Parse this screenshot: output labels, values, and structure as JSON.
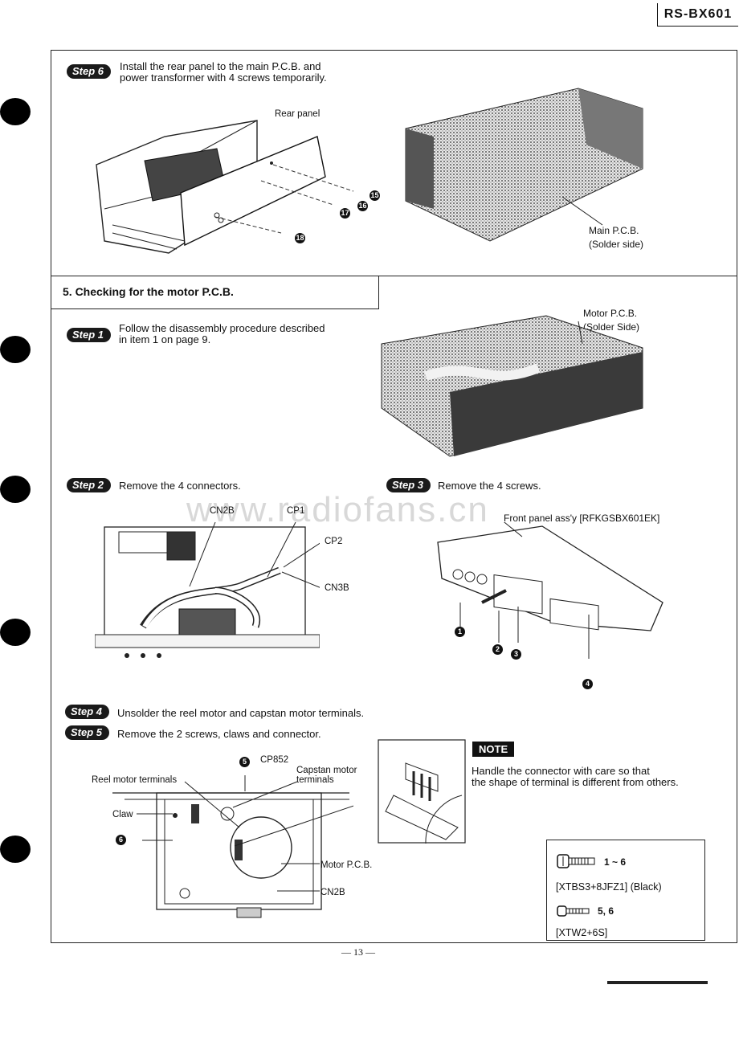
{
  "header": {
    "model": "RS-BX601"
  },
  "step6": {
    "tag": "Step 6",
    "text1": "Install the rear panel to the main P.C.B. and",
    "text2": "power transformer with 4 screws temporarily.",
    "rear_panel_label": "Rear panel",
    "main_pcb_label1": "Main P.C.B.",
    "main_pcb_label2": "(Solder side)",
    "screws": [
      "15",
      "16",
      "17",
      "18"
    ]
  },
  "section5": {
    "title": "5. Checking for the motor P.C.B."
  },
  "step1": {
    "tag": "Step 1",
    "text1": "Follow the disassembly procedure described",
    "text2": "in item 1 on page 9.",
    "motor_pcb_label1": "Motor P.C.B.",
    "motor_pcb_label2": "(Solder Side)"
  },
  "step2": {
    "tag": "Step 2",
    "text": "Remove the 4 connectors.",
    "labels": {
      "cn2b": "CN2B",
      "cp1": "CP1",
      "cp2": "CP2",
      "cn3b": "CN3B"
    }
  },
  "step3": {
    "tag": "Step 3",
    "text": "Remove the 4 screws.",
    "front_panel": "Front panel ass'y [RFKGSBX601EK]",
    "screws": [
      "1",
      "2",
      "3",
      "4"
    ]
  },
  "step4": {
    "tag": "Step 4",
    "text": "Unsolder the reel motor and capstan motor terminals."
  },
  "step5": {
    "tag": "Step 5",
    "text": "Remove the 2 screws, claws and connector.",
    "labels": {
      "screw5": "5",
      "cp852": "CP852",
      "capstan1": "Capstan motor",
      "capstan2": "terminals",
      "reel": "Reel motor terminals",
      "claw": "Claw",
      "screw6": "6",
      "motor_pcb": "Motor P.C.B.",
      "cn2b": "CN2B"
    }
  },
  "note": {
    "tag": "NOTE",
    "text1": "Handle the connector with care so that",
    "text2": "the shape of terminal is different from others."
  },
  "screw_legend": {
    "range1": "1 ~ 6",
    "part1": "[XTBS3+8JFZ1]  (Black)",
    "range2": "5, 6",
    "part2": "[XTW2+6S]"
  },
  "footer": {
    "page": "— 13 —"
  },
  "watermark": "www.radiofans.cn"
}
